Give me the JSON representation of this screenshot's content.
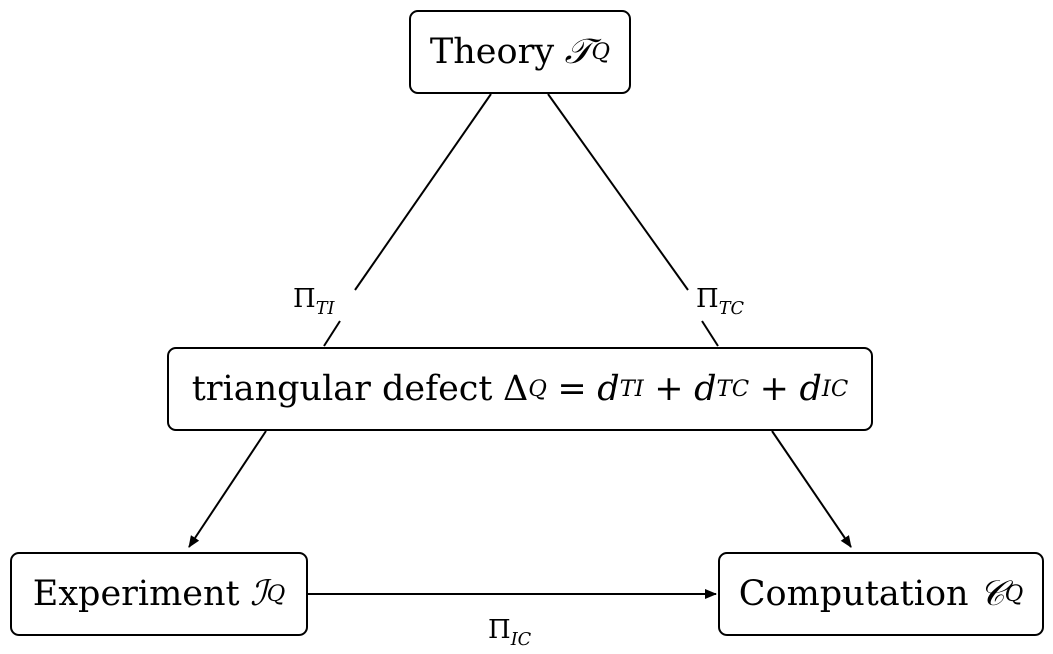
{
  "nodes": {
    "theory": {
      "label": "Theory",
      "symbol": "𝒯",
      "sub": "Q"
    },
    "defect": {
      "label": "triangular defect",
      "delta": "Δ",
      "delta_sub": "Q",
      "eq": "=",
      "t1": "d",
      "t1_sub": "TI",
      "plus1": "+",
      "t2": "d",
      "t2_sub": "TC",
      "plus2": "+",
      "t3": "d",
      "t3_sub": "IC"
    },
    "experiment": {
      "label": "Experiment",
      "symbol": "ℐ",
      "sub": "Q"
    },
    "computation": {
      "label": "Computation",
      "symbol": "𝒞",
      "sub": "Q"
    }
  },
  "edges": {
    "ti": {
      "symbol": "Π",
      "sub": "TI"
    },
    "tc": {
      "symbol": "Π",
      "sub": "TC"
    },
    "ic": {
      "symbol": "Π",
      "sub": "IC"
    }
  },
  "colors": {
    "stroke": "#000000",
    "background": "#ffffff"
  }
}
